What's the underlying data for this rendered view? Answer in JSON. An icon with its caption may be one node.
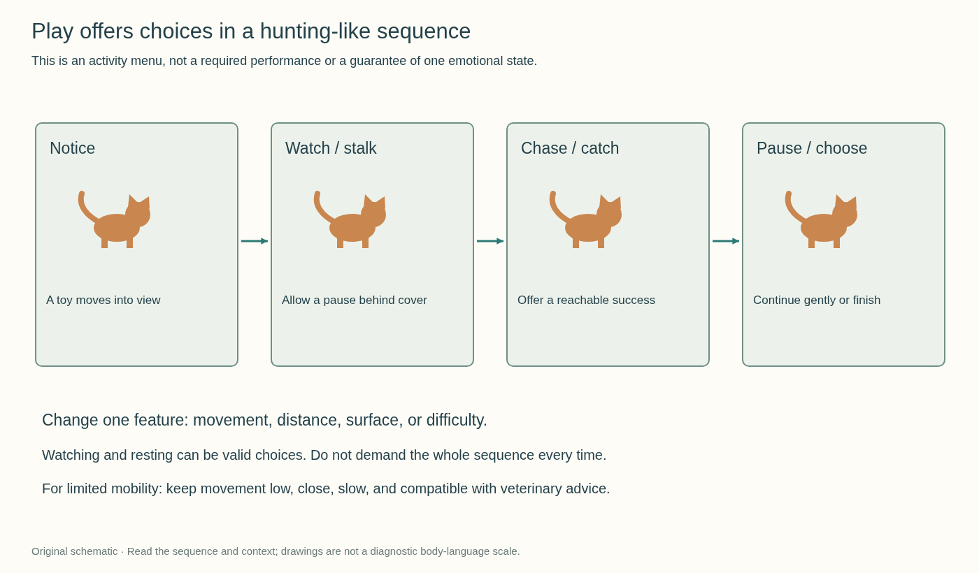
{
  "diagram": {
    "title": "Play offers choices in a hunting-like sequence",
    "nodes": [
      {
        "text": [
          "Notice",
          "A toy moves into view"
        ]
      },
      {
        "text": [
          "Watch / stalk",
          "Allow a pause behind cover"
        ]
      },
      {
        "text": [
          "Chase / catch",
          "Offer a reachable success"
        ]
      },
      {
        "text": [
          "Pause / choose",
          "Continue gently or finish"
        ]
      }
    ],
    "edges": [
      {
        "from": 0,
        "to": 1,
        "arrow": "to"
      },
      {
        "from": 1,
        "to": 2,
        "arrow": "to"
      },
      {
        "from": 2,
        "to": 3,
        "arrow": "to"
      }
    ],
    "labels": [
      "This is an activity menu, not a required performance or a guarantee of one emotional state.",
      "Change one feature: movement, distance, surface, or difficulty.",
      "Watching and resting can be valid choices. Do not demand the whole sequence every time.",
      "For limited mobility: keep movement low, close, slow, and compatible with veterinary advice."
    ],
    "caption": "Original schematic · Read the sequence and context; drawings are not a diagnostic body-language scale."
  }
}
